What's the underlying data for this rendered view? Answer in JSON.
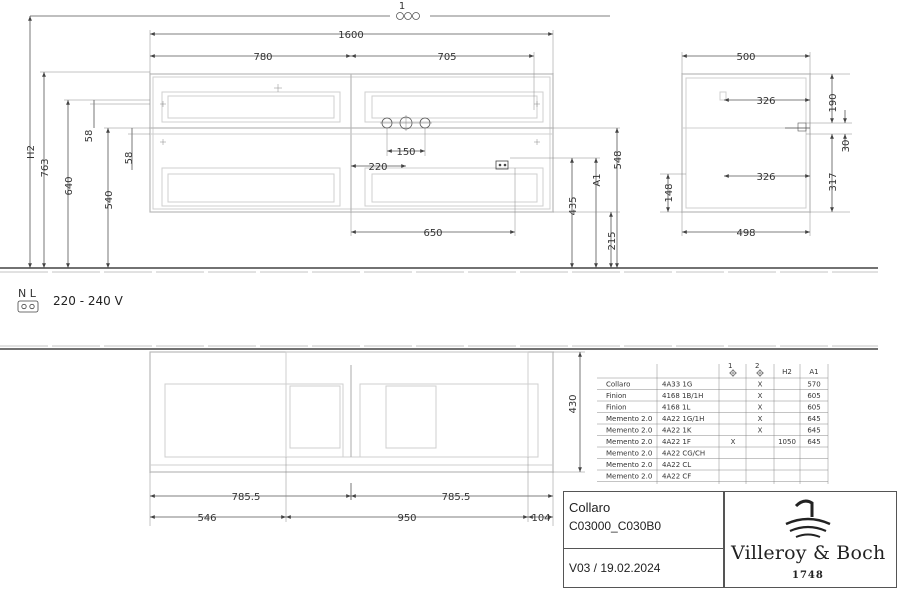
{
  "top_dims": {
    "total_width": "1600",
    "left_width": "780",
    "right_width": "705",
    "label_1": "1",
    "h2": "H2",
    "h763": "763",
    "h640": "640",
    "h540": "540",
    "d58a": "58",
    "d58b": "58",
    "d150": "150",
    "d220": "220",
    "d650": "650",
    "d548": "548",
    "a1": "A1",
    "d435": "435",
    "d215": "215"
  },
  "side_dims": {
    "depth_top": "500",
    "inner_top": "326",
    "inner_bottom": "326",
    "depth_bottom": "498",
    "h190": "190",
    "h30": "30",
    "h317": "317",
    "h148": "148"
  },
  "electrical": {
    "nl": "N  L",
    "voltage": "220 - 240 V"
  },
  "plan_dims": {
    "left": "785.5",
    "right": "785.5",
    "d546": "546",
    "d950": "950",
    "d104": "104",
    "d430": "430"
  },
  "table": {
    "header_1": "1",
    "header_2": "2",
    "header_h2": "H2",
    "header_a1": "A1",
    "rows": [
      {
        "name": "Collaro",
        "code": "4A33 1G",
        "c1": "",
        "c2": "X",
        "h2": "",
        "a1": "570"
      },
      {
        "name": "Finion",
        "code": "4168 1B/1H",
        "c1": "",
        "c2": "X",
        "h2": "",
        "a1": "605"
      },
      {
        "name": "Finion",
        "code": "4168 1L",
        "c1": "",
        "c2": "X",
        "h2": "",
        "a1": "605"
      },
      {
        "name": "Memento 2.0",
        "code": "4A22 1G/1H",
        "c1": "",
        "c2": "X",
        "h2": "",
        "a1": "645"
      },
      {
        "name": "Memento 2.0",
        "code": "4A22 1K",
        "c1": "",
        "c2": "X",
        "h2": "",
        "a1": "645"
      },
      {
        "name": "Memento 2.0",
        "code": "4A22 1F",
        "c1": "X",
        "c2": "",
        "h2": "1050",
        "a1": "645"
      },
      {
        "name": "Memento 2.0",
        "code": "4A22 CG/CH",
        "c1": "",
        "c2": "",
        "h2": "",
        "a1": ""
      },
      {
        "name": "Memento 2.0",
        "code": "4A22 CL",
        "c1": "",
        "c2": "",
        "h2": "",
        "a1": ""
      },
      {
        "name": "Memento 2.0",
        "code": "4A22 CF",
        "c1": "",
        "c2": "",
        "h2": "",
        "a1": ""
      }
    ]
  },
  "title_block": {
    "product": "Collaro",
    "code": "C03000_C030B0",
    "version": "V03 / 19.02.2024",
    "brand": "Villeroy & Boch",
    "year": "1748"
  }
}
